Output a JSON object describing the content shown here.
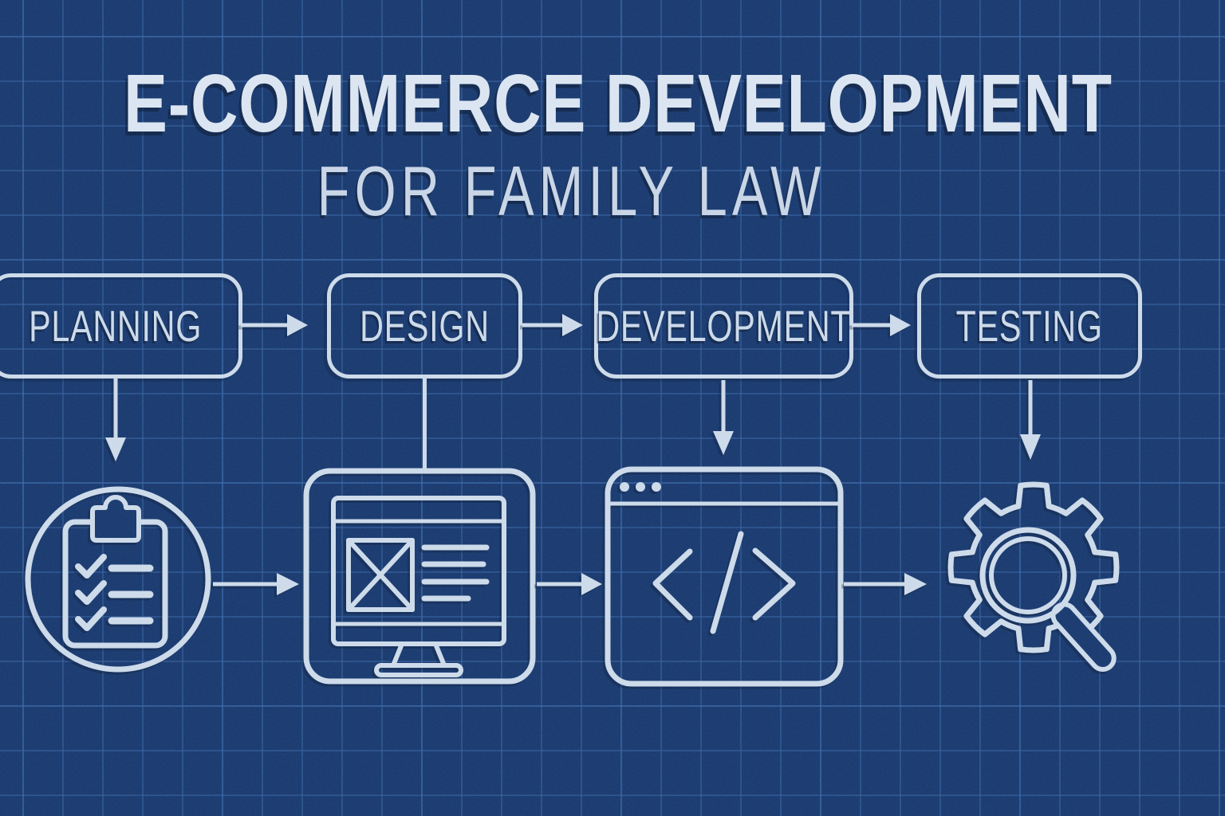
{
  "header": {
    "title": "E-COMMERCE DEVELOPMENT",
    "subtitle": "FOR FAMILY LAW"
  },
  "flow": {
    "steps": [
      {
        "label": "PLANNING",
        "icon": "clipboard-checklist-icon"
      },
      {
        "label": "DESIGN",
        "icon": "monitor-wireframe-icon"
      },
      {
        "label": "DEVELOPMENT",
        "icon": "browser-code-icon"
      },
      {
        "label": "TESTING",
        "icon": "gear-magnifier-icon"
      }
    ]
  },
  "colors": {
    "background": "#17386e",
    "grid": "rgba(58,105,170,0.45)",
    "stroke": "#ccdae9",
    "title_text": "#dbe5f1",
    "subtitle_text": "#c8d5e6",
    "shadow": "rgba(8,19,42,0.5)"
  }
}
